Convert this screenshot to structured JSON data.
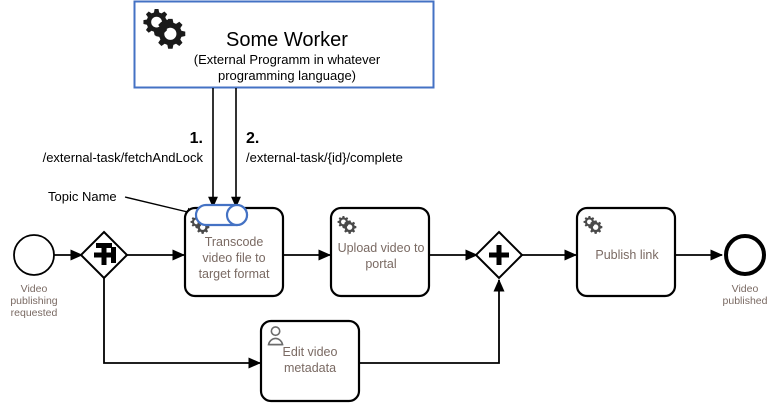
{
  "diagram": {
    "title_area": {
      "worker_box": {
        "icon": "service-gears-icon",
        "heading": "Some Worker",
        "subtitle_line1": "(External Programm in whatever",
        "subtitle_line2": "programming language)",
        "border_color": "#4472C4"
      }
    },
    "api_calls": [
      {
        "number": "1.",
        "endpoint": "/external-task/fetchAndLock"
      },
      {
        "number": "2.",
        "endpoint": "/external-task/{id}/complete"
      }
    ],
    "annotations": [
      {
        "label": "Topic Name",
        "points_to": "topic-name-capsule"
      }
    ],
    "events": [
      {
        "id": "start-event",
        "type": "start",
        "label_line1": "Video",
        "label_line2": "publishing",
        "label_line3": "requested"
      },
      {
        "id": "end-event",
        "type": "end",
        "label_line1": "Video",
        "label_line2": "published"
      }
    ],
    "gateways": [
      {
        "id": "gateway-split",
        "type": "parallel",
        "symbol": "plus"
      },
      {
        "id": "gateway-join",
        "type": "parallel",
        "symbol": "plus"
      }
    ],
    "tasks": [
      {
        "id": "task-transcode",
        "icon": "service-gears-icon",
        "type": "service-task",
        "lines": [
          "Transcode",
          "video file to",
          "target format"
        ],
        "has_topic_capsule": true
      },
      {
        "id": "task-upload",
        "icon": "service-gears-icon",
        "type": "service-task",
        "lines": [
          "Upload video to",
          "portal"
        ],
        "has_topic_capsule": false
      },
      {
        "id": "task-publish",
        "icon": "service-gears-icon",
        "type": "service-task",
        "lines": [
          "Publish link"
        ],
        "has_topic_capsule": false
      },
      {
        "id": "task-edit-metadata",
        "icon": "user-person-icon",
        "type": "user-task",
        "lines": [
          "Edit video",
          "metadata"
        ],
        "has_topic_capsule": false
      }
    ],
    "colors": {
      "accent_blue": "#4472C4",
      "task_text": "#7a6a63",
      "event_label_text": "#7a6a63",
      "stroke_black": "#000000",
      "annotation_text": "#000000"
    }
  }
}
